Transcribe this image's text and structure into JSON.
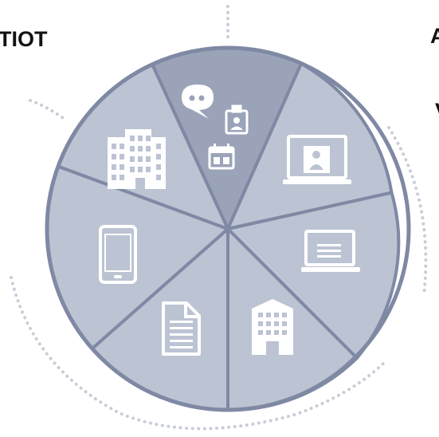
{
  "labels": {
    "left": "ТІОТ",
    "right_top": "A",
    "right_mid": "V"
  },
  "colors": {
    "slice_light": "#bcc3d3",
    "slice_dark": "#9aa3b8",
    "outline": "#7f89a4",
    "icon": "#ffffff",
    "dots": "#c8cdd8"
  },
  "segments": [
    {
      "name": "chat-id-calendar",
      "icon": "chat-icon",
      "highlight": true
    },
    {
      "name": "monitor-user",
      "icon": "monitor-user-icon",
      "highlight": false
    },
    {
      "name": "laptop",
      "icon": "laptop-icon",
      "highlight": false
    },
    {
      "name": "building-small",
      "icon": "building-icon",
      "highlight": false
    },
    {
      "name": "document",
      "icon": "document-icon",
      "highlight": false
    },
    {
      "name": "tablet",
      "icon": "tablet-icon",
      "highlight": false
    },
    {
      "name": "office-building",
      "icon": "office-building-icon",
      "highlight": false
    }
  ]
}
